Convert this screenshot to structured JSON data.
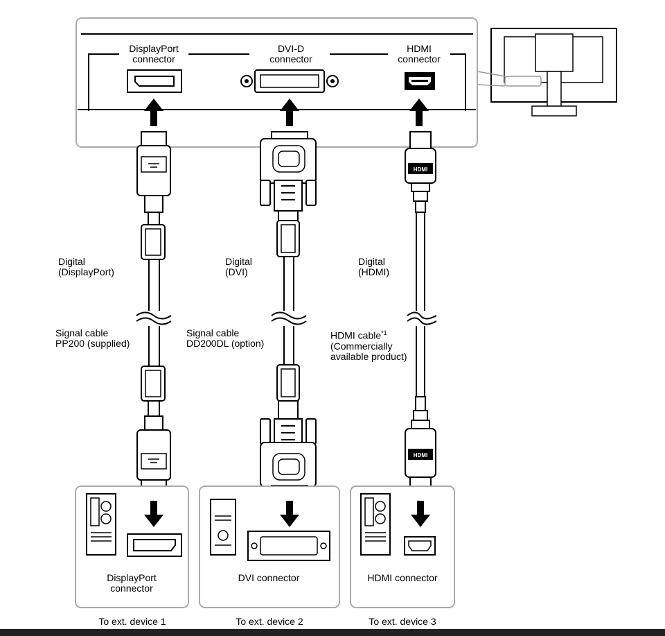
{
  "monitor_panel": {
    "connectors": [
      {
        "name": "DisplayPort",
        "line1": "DisplayPort",
        "line2": "connector"
      },
      {
        "name": "DVI-D",
        "line1": "DVI-D",
        "line2": "connector"
      },
      {
        "name": "HDMI",
        "line1": "HDMI",
        "line2": "connector"
      }
    ]
  },
  "cables": [
    {
      "signal_line1": "Digital",
      "signal_line2": "(DisplayPort)",
      "cable_line1": "Signal cable",
      "cable_line2": "PP200 (supplied)"
    },
    {
      "signal_line1": "Digital",
      "signal_line2": "(DVI)",
      "cable_line1": "Signal cable",
      "cable_line2": "DD200DL (option)"
    },
    {
      "signal_line1": "Digital",
      "signal_line2": "(HDMI)",
      "cable_line1": "HDMI cable",
      "cable_sup": "*1",
      "cable_line2": "(Commercially",
      "cable_line3": "available product)"
    }
  ],
  "devices": [
    {
      "connector_line1": "DisplayPort",
      "connector_line2": "connector",
      "caption": "To ext. device 1"
    },
    {
      "connector_line1": "DVI connector",
      "caption": "To ext. device 2"
    },
    {
      "connector_line1": "HDMI connector",
      "caption": "To ext. device 3"
    }
  ],
  "hdmi_plug_marking": "HDMI"
}
